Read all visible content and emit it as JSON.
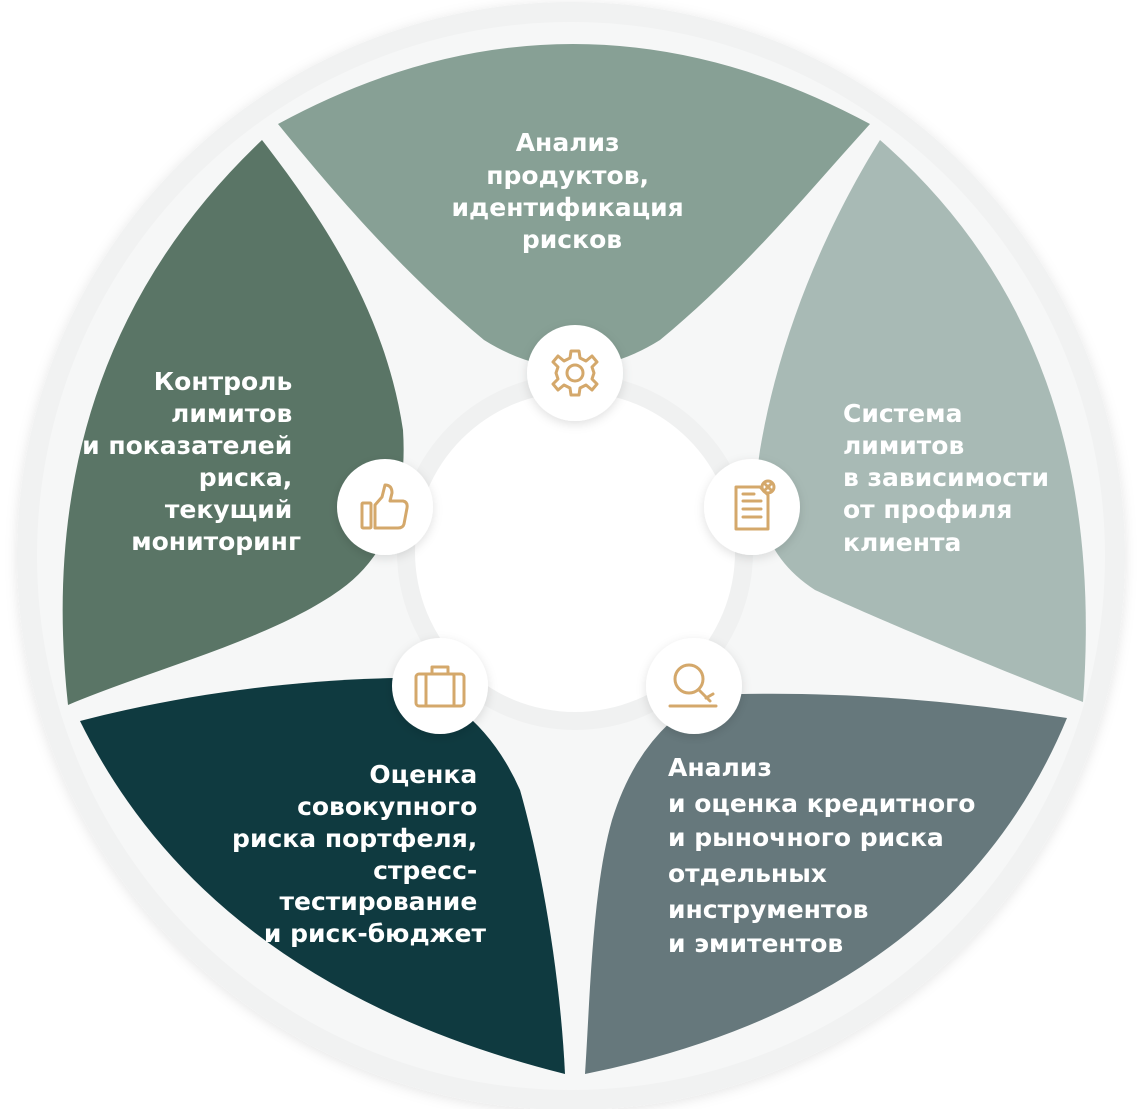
{
  "segments": [
    {
      "id": "product-analysis",
      "icon": "gear-icon",
      "color": "#87a095",
      "lines": [
        "Анализ",
        "продуктов,",
        "идентификация",
        "рисков"
      ]
    },
    {
      "id": "limit-system",
      "icon": "document-icon",
      "color": "#a8bab5",
      "lines": [
        "Система",
        "лимитов",
        "в зависимости",
        "от профиля",
        "клиента"
      ]
    },
    {
      "id": "credit-market-analysis",
      "icon": "magnifier-icon",
      "color": "#66787c",
      "lines": [
        "Анализ",
        "и оценка кредитного",
        "и рыночного риска",
        "отдельных",
        "инструментов",
        "и эмитентов"
      ]
    },
    {
      "id": "portfolio-risk",
      "icon": "briefcase-icon",
      "color": "#0f3a40",
      "lines": [
        "Оценка",
        "совокупного",
        "риска портфеля,",
        "стресс-",
        "тестирование",
        "и риск-бюджет"
      ]
    },
    {
      "id": "limit-control",
      "icon": "thumbs-up-icon",
      "color": "#5a7566",
      "lines": [
        "Контроль",
        "лимитов",
        "и показателей",
        "риска,",
        "текущий",
        "мониторинг"
      ]
    }
  ],
  "colors": {
    "accent": "#d4a86b",
    "ring": "#f1f2f2",
    "white": "#ffffff"
  }
}
